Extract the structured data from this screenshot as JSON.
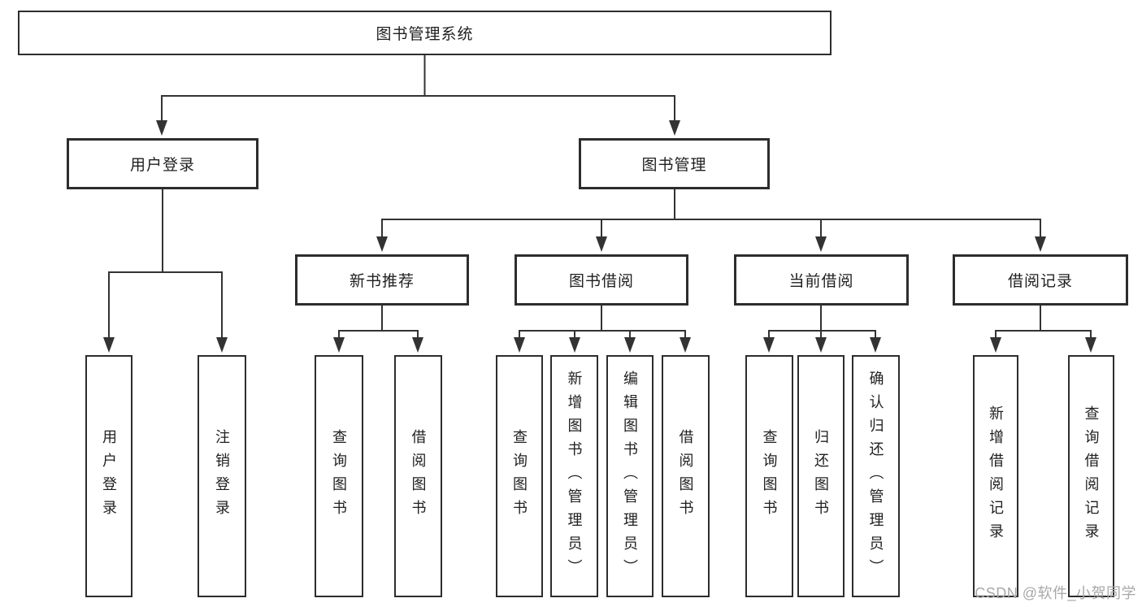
{
  "diagram_title": "图书管理系统",
  "tree": {
    "label": "图书管理系统",
    "children": [
      {
        "label": "用户登录",
        "children": [
          {
            "label": "用户登录"
          },
          {
            "label": "注销登录"
          }
        ]
      },
      {
        "label": "图书管理",
        "children": [
          {
            "label": "新书推荐",
            "children": [
              {
                "label": "查询图书"
              },
              {
                "label": "借阅图书"
              }
            ]
          },
          {
            "label": "图书借阅",
            "children": [
              {
                "label": "查询图书"
              },
              {
                "label": "新增图书（管理员）"
              },
              {
                "label": "编辑图书（管理员）"
              },
              {
                "label": "借阅图书"
              }
            ]
          },
          {
            "label": "当前借阅",
            "children": [
              {
                "label": "查询图书"
              },
              {
                "label": "归还图书"
              },
              {
                "label": "确认归还（管理员）"
              }
            ]
          },
          {
            "label": "借阅记录",
            "children": [
              {
                "label": "新增借阅记录"
              },
              {
                "label": "查询借阅记录"
              }
            ]
          }
        ]
      }
    ]
  },
  "colors": {
    "line": "#333333",
    "border": "#2d2d2d",
    "text": "#1f1f1f",
    "watermark": "#a8a8a8",
    "background": "#ffffff"
  },
  "watermark": "CSDN @软件_小贺同学"
}
